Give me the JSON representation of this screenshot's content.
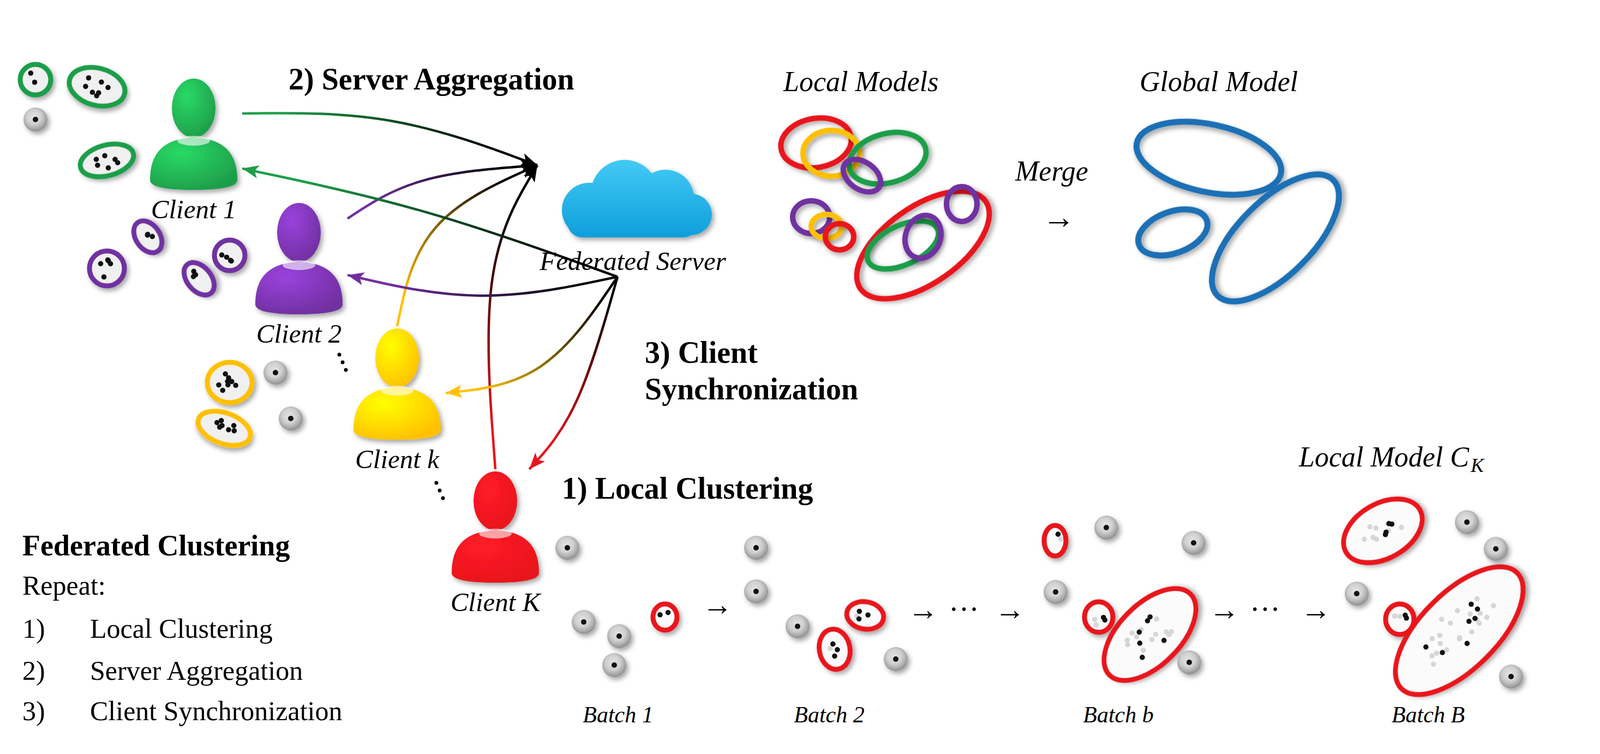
{
  "diagram": {
    "nodes": [
      {
        "text": [
          "Client 1"
        ]
      },
      {
        "text": [
          "Client 2"
        ]
      },
      {
        "text": [
          "Client k"
        ]
      },
      {
        "text": [
          "Client K"
        ]
      },
      {
        "text": [
          "Federated Server"
        ]
      }
    ],
    "edges": [
      {
        "from": 0,
        "to": 4,
        "arrow": "to"
      },
      {
        "from": 1,
        "to": 4,
        "arrow": "to"
      },
      {
        "from": 2,
        "to": 4,
        "arrow": "to"
      },
      {
        "from": 3,
        "to": 4,
        "arrow": "to"
      },
      {
        "from": 4,
        "to": 0,
        "arrow": "to"
      },
      {
        "from": 4,
        "to": 1,
        "arrow": "to"
      },
      {
        "from": 4,
        "to": 2,
        "arrow": "to"
      },
      {
        "from": 4,
        "to": 3,
        "arrow": "to"
      }
    ],
    "labels": [
      "2) Server Aggregation",
      "Local Models",
      "Global Model",
      "Merge",
      "→",
      "3) Client Synchronization",
      "Local Model C",
      "K",
      "1) Local Clustering",
      "→",
      "→",
      "···",
      "→",
      "→",
      "···",
      "→",
      "Batch 1",
      "Batch 2",
      "Batch b",
      "Batch B",
      "Federated Clustering",
      "Repeat:",
      "1)",
      "Local Clustering",
      "2)",
      "Server Aggregation",
      "3)",
      "Client Synchronization"
    ]
  }
}
